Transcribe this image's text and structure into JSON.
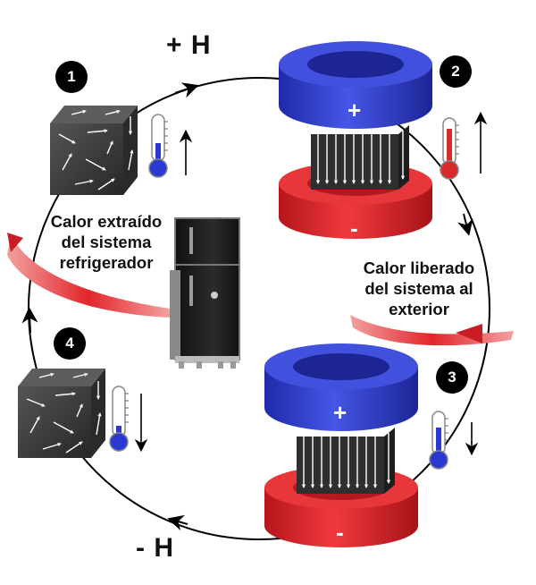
{
  "field_labels": {
    "plus": "+ H",
    "minus": "- H"
  },
  "steps": [
    "1",
    "2",
    "3",
    "4"
  ],
  "texts": {
    "heat_extracted": "Calor extraído\ndel sistema\nrefrigerador",
    "heat_released": "Calor liberado\ndel sistema al\nexterior"
  },
  "poles": {
    "north": "+",
    "south": "-"
  },
  "colors": {
    "magnet_top": "#3b48d6",
    "magnet_bottom": "#e0262b",
    "cube": "#3a3a3a",
    "heat_arrow": "#e23a3a",
    "thermo_cold": "#2a3ad0",
    "thermo_hot": "#d82a2a"
  }
}
